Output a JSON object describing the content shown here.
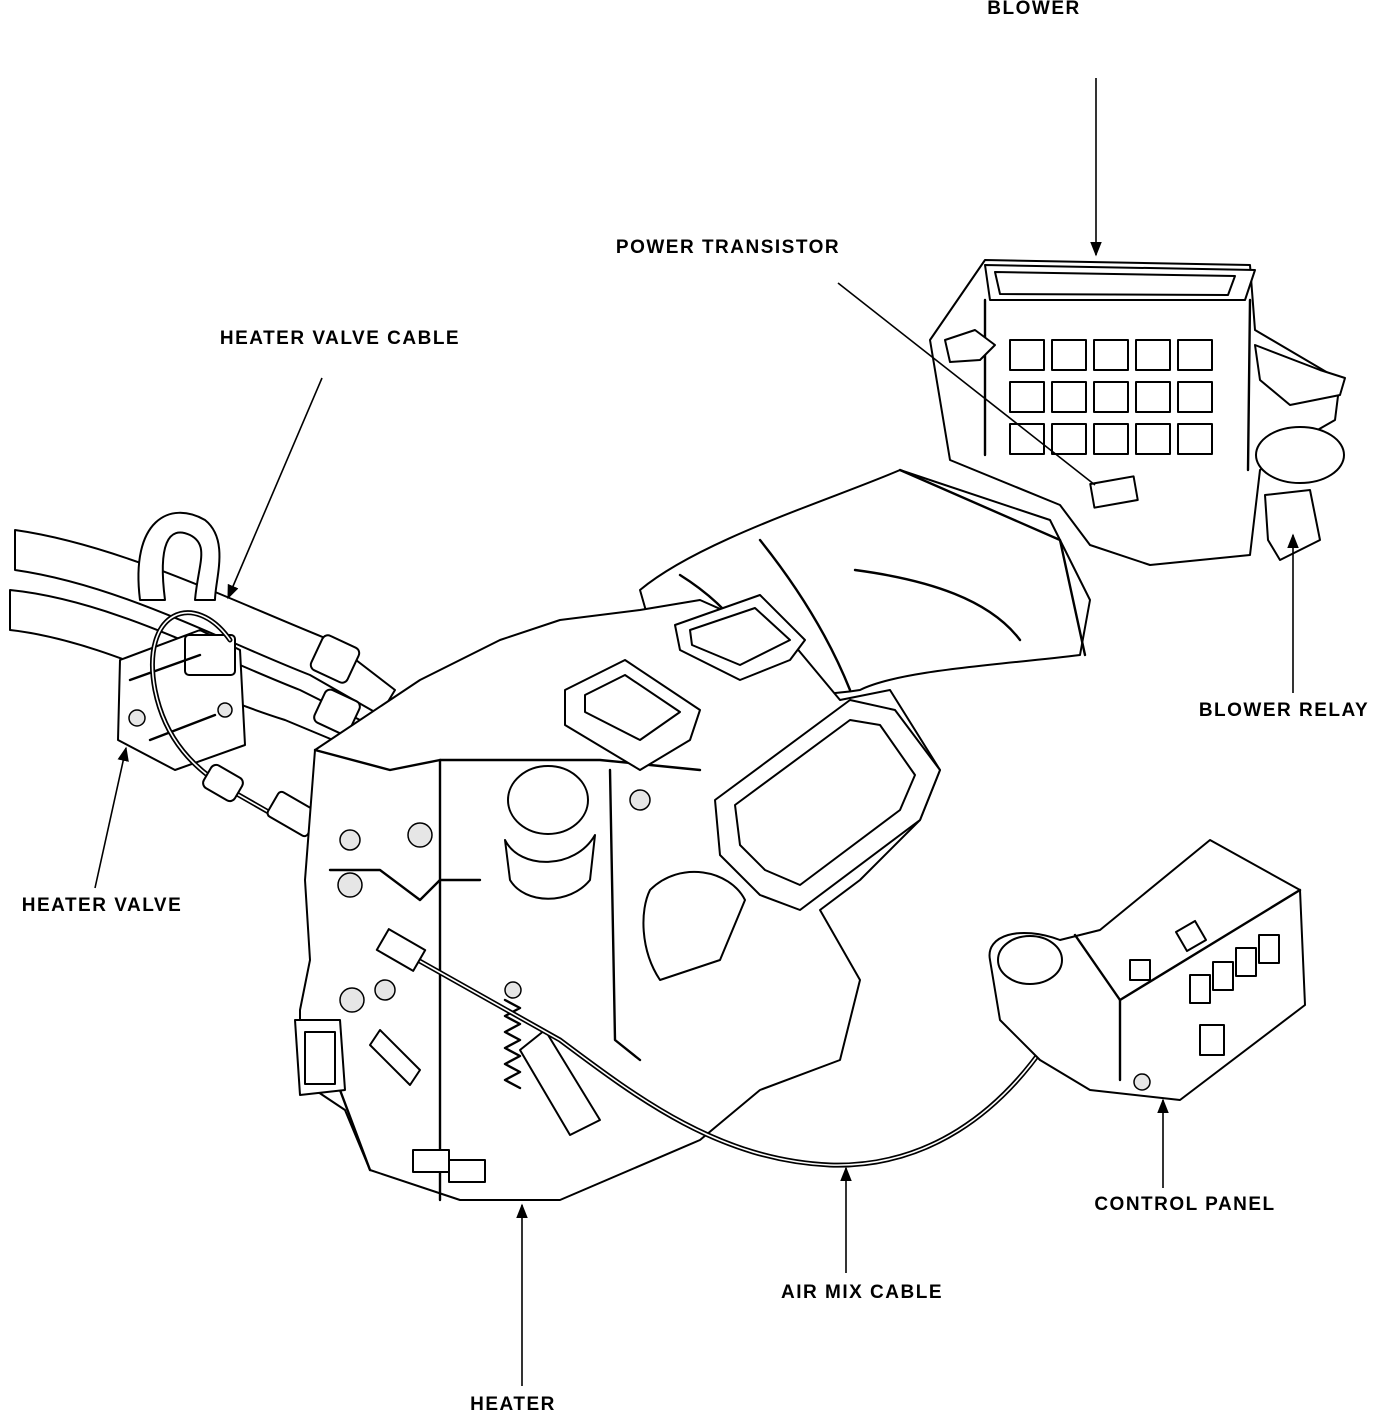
{
  "labels": {
    "blower": "BLOWER",
    "power_transistor": "POWER TRANSISTOR",
    "heater_valve_cable": "HEATER VALVE CABLE",
    "blower_relay": "BLOWER RELAY",
    "heater_valve": "HEATER VALVE",
    "control_panel": "CONTROL PANEL",
    "air_mix_cable": "AIR MIX CABLE",
    "heater": "HEATER"
  },
  "colors": {
    "ink": "#000000",
    "paper": "#ffffff"
  }
}
